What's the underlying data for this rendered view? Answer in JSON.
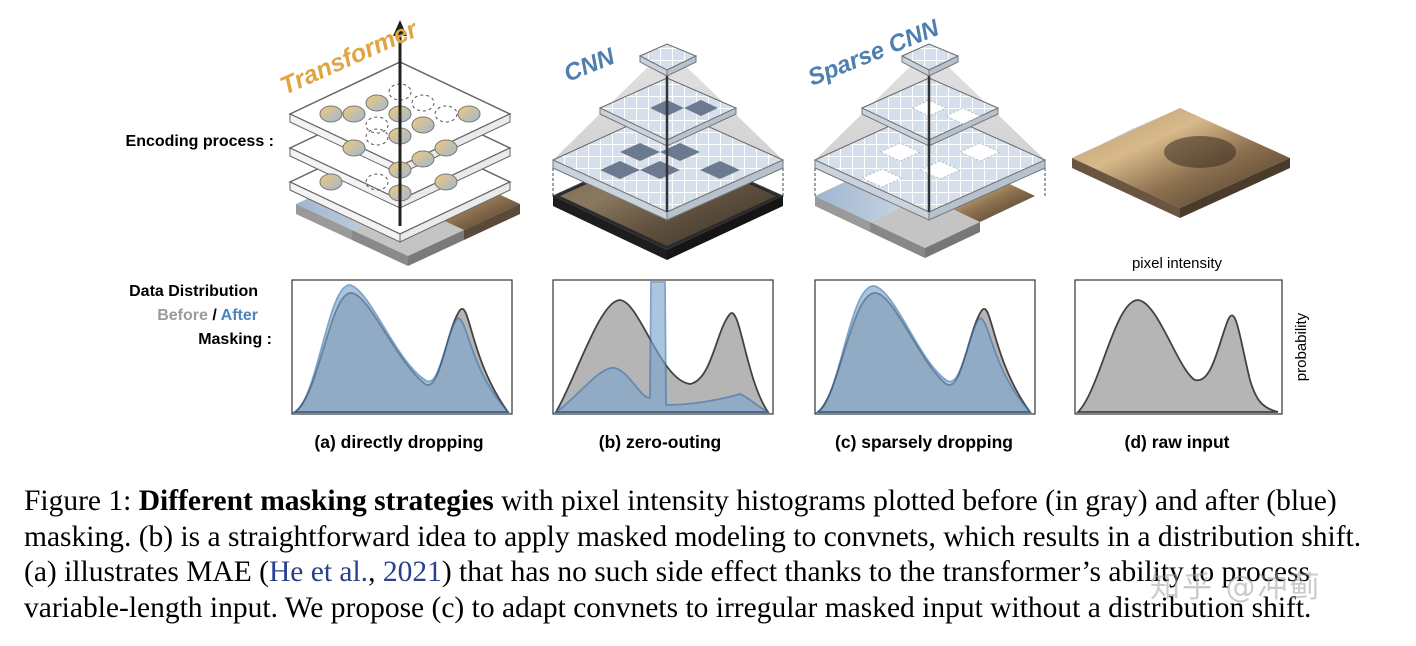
{
  "figure": {
    "row_labels": {
      "encoding": "Encoding process :",
      "distribution_line1": "Data Distribution",
      "distribution_before": "Before",
      "distribution_sep": " / ",
      "distribution_after": "After",
      "distribution_line3": "Masking :"
    },
    "panel_titles": {
      "transformer": "Transformer",
      "cnn": "CNN",
      "sparse_cnn": "Sparse CNN"
    },
    "axis_labels": {
      "x": "pixel intensity",
      "y": "probability"
    },
    "subfigure_labels": [
      "(a) directly dropping",
      "(b) zero-outing",
      "(c) sparsely dropping",
      "(d) raw input"
    ],
    "colors": {
      "transformer_title": "#e0a542",
      "cnn_title": "#4f7fae",
      "before_gray": "#a9a9a9",
      "after_blue": "#4a86be",
      "before_text": "#9b9b9b",
      "after_text": "#4a86be"
    }
  },
  "caption": {
    "prefix": "Figure 1: ",
    "bold": "Different masking strategies",
    "line1_rest": " with pixel intensity histograms plotted before (in gray) and after (blue)",
    "line2": "masking. (b) is a straightforward idea to apply masked modeling to convnets, which results in a distribution shift.",
    "line3_a": "(a) illustrates MAE (",
    "cite_name": "He et al.",
    "cite_sep": ", ",
    "cite_year": "2021",
    "line3_b": ") that has no such side effect thanks to the transformer’s ability to process",
    "line4": "variable-length input. We propose (c) to adapt convnets to irregular masked input without a distribution shift."
  },
  "watermark": "知乎 @冲蓟"
}
